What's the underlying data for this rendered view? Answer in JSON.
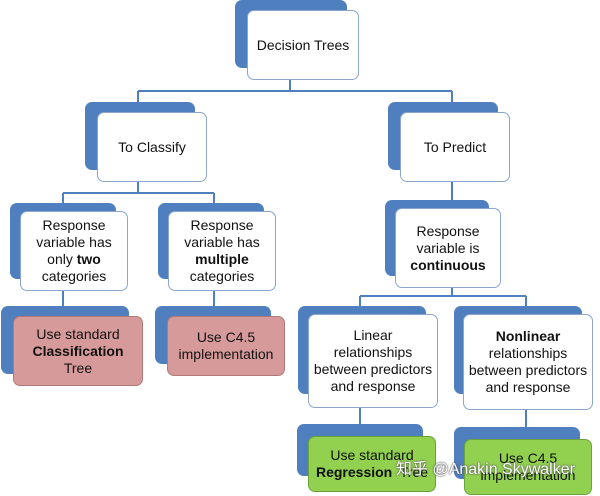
{
  "nodes": {
    "root": {
      "lines": [
        "Decision Trees"
      ]
    },
    "classify": {
      "lines": [
        "To Classify"
      ]
    },
    "predict": {
      "lines": [
        "To Predict"
      ]
    },
    "resp_two": {
      "parts": [
        "Response variable  has only ",
        "two",
        " categories"
      ]
    },
    "resp_multi": {
      "parts": [
        "Response variable  has ",
        "multiple",
        " categories"
      ]
    },
    "resp_cont": {
      "parts": [
        "Response variable is ",
        "continuous",
        ""
      ]
    },
    "class_tree": {
      "parts": [
        "Use standard ",
        "Classification",
        " Tree"
      ]
    },
    "c45_left": {
      "lines": [
        "Use C4.5 implementation"
      ]
    },
    "linear": {
      "lines": [
        "Linear relationships between predictors and response"
      ]
    },
    "nonlinear": {
      "parts": [
        "",
        "Nonlinear",
        " relationships between predictors and response"
      ]
    },
    "reg_tree": {
      "parts": [
        "Use standard ",
        "Regression",
        " Tree"
      ]
    },
    "c45_right": {
      "lines": [
        "Use C4.5 implementation"
      ]
    }
  },
  "watermark": "知乎 @Anakin Skywalker",
  "colors": {
    "shadow": "#4f7fbf",
    "connector": "#4f7fbf",
    "red_fill": "#d79a9a",
    "green_fill": "#92d050"
  }
}
